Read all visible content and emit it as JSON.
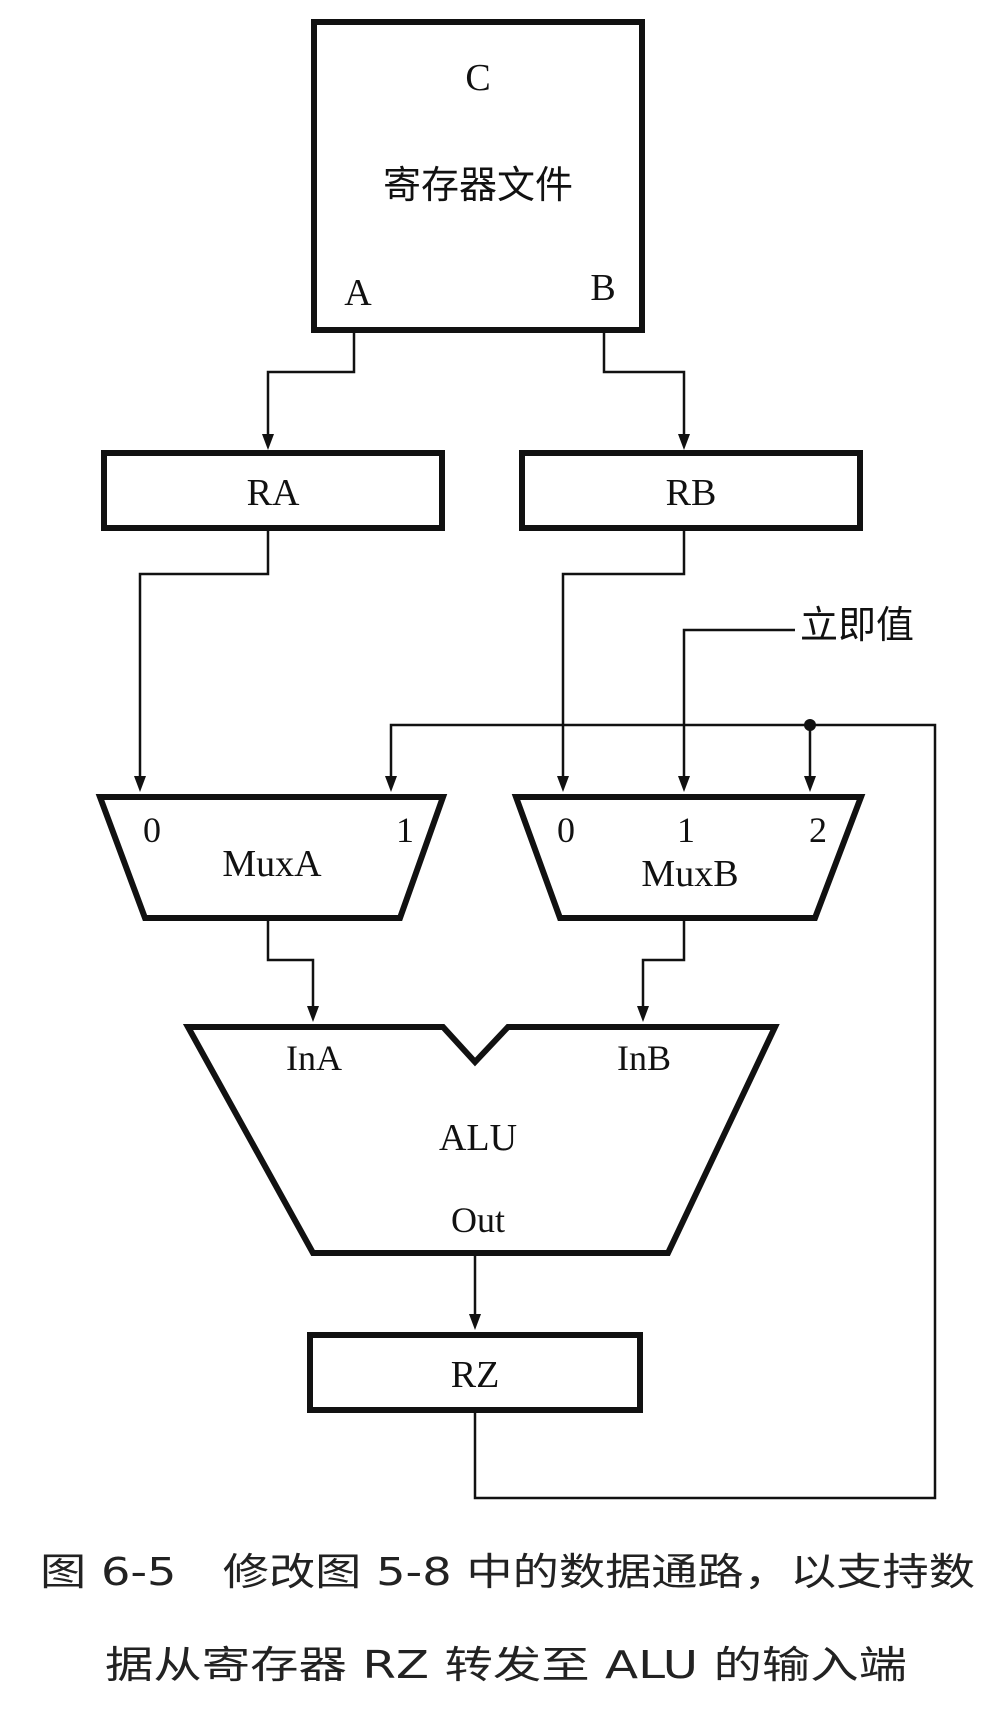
{
  "register_file": {
    "top_port": "C",
    "title": "寄存器文件",
    "port_a": "A",
    "port_b": "B"
  },
  "ra": {
    "label": "RA"
  },
  "rb": {
    "label": "RB"
  },
  "immediate": {
    "label": "立即值"
  },
  "muxa": {
    "label": "MuxA",
    "in0": "0",
    "in1": "1"
  },
  "muxb": {
    "label": "MuxB",
    "in0": "0",
    "in1": "1",
    "in2": "2"
  },
  "alu": {
    "label": "ALU",
    "in_a": "InA",
    "in_b": "InB",
    "out": "Out"
  },
  "rz": {
    "label": "RZ"
  },
  "caption": {
    "line1": "图 6-5　修改图 5-8 中的数据通路，以支持数",
    "line2": "据从寄存器 RZ 转发至 ALU 的输入端"
  }
}
